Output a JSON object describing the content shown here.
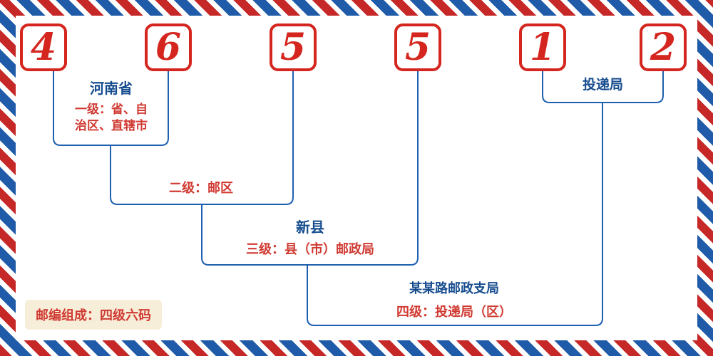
{
  "postal_code": {
    "digits": [
      "4",
      "6",
      "5",
      "5",
      "1",
      "2"
    ]
  },
  "labels": {
    "province_name": "河南省",
    "level1": "一级：省、自\n治区、直辖市",
    "level2": "二级：邮区",
    "county_name": "新县",
    "level3": "三级：县（市）邮政局",
    "delivery_office": "投递局",
    "branch_name": "某某路邮政支局",
    "level4": "四级：投递局（区）",
    "composition": "邮编组成：四级六码"
  },
  "colors": {
    "digit_red": "#d4261f",
    "label_red": "#d03a32",
    "label_blue": "#174d8f",
    "line_blue": "#1e60b0",
    "stripe_red": "#c62828",
    "stripe_blue": "#1f5ba8",
    "badge_background": "#f7eed9"
  }
}
